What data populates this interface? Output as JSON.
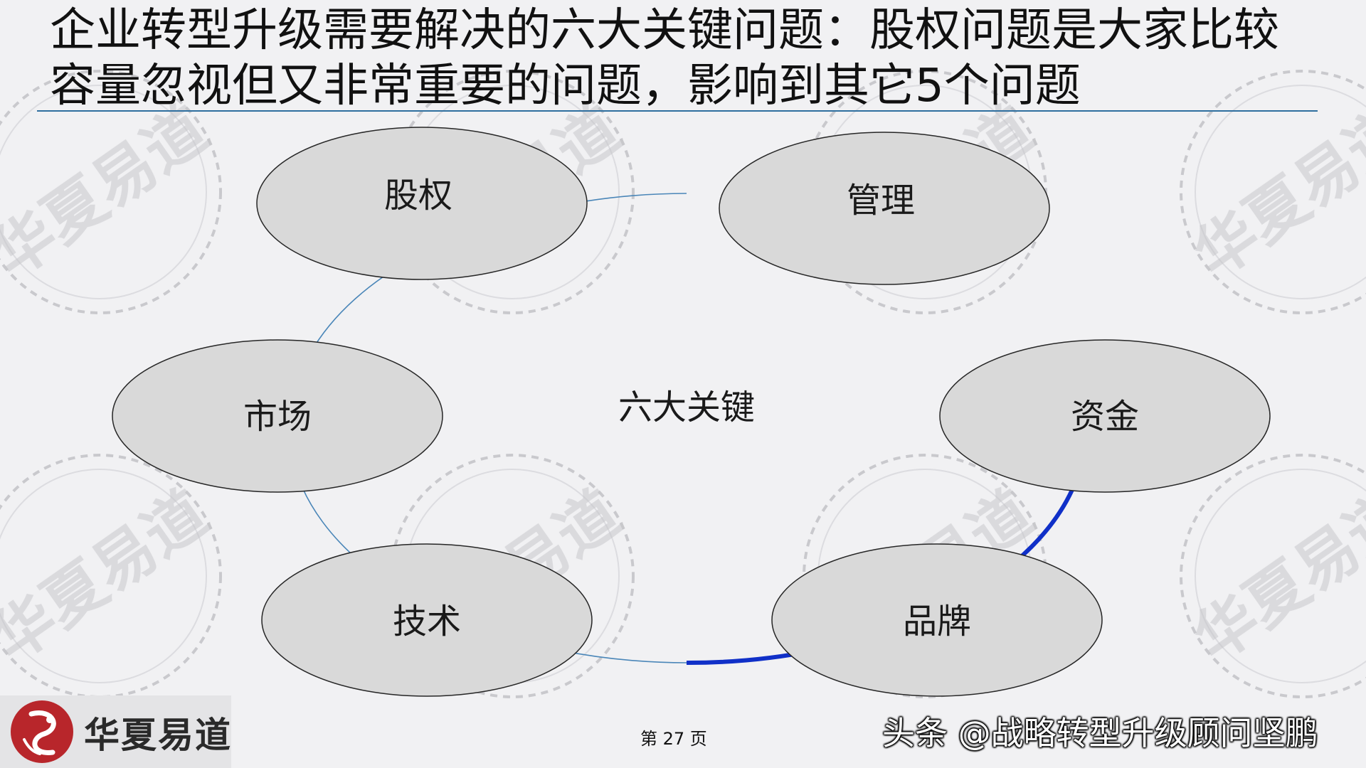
{
  "title": {
    "line1": "企业转型升级需要解决的六大关键问题：股权问题是大家比较",
    "line2": "容量忽视但又非常重要的问题，影响到其它5个问题"
  },
  "diagram": {
    "center_label": "六大关键",
    "nodes": [
      {
        "label": "股权"
      },
      {
        "label": "管理"
      },
      {
        "label": "资金"
      },
      {
        "label": "品牌"
      },
      {
        "label": "技术"
      },
      {
        "label": "市场"
      }
    ]
  },
  "watermark": "华夏易道",
  "footer": {
    "logo_text": "华夏易道",
    "page_number": "第 27 页",
    "credit": "头条 @战略转型升级顾问坚鹏"
  },
  "colors": {
    "ring_thin": "#4a86b8",
    "ring_thick": "#1030c8",
    "node_fill": "#d9d9d9",
    "title_rule": "#2f6f9f",
    "logo_red": "#b8262b"
  }
}
